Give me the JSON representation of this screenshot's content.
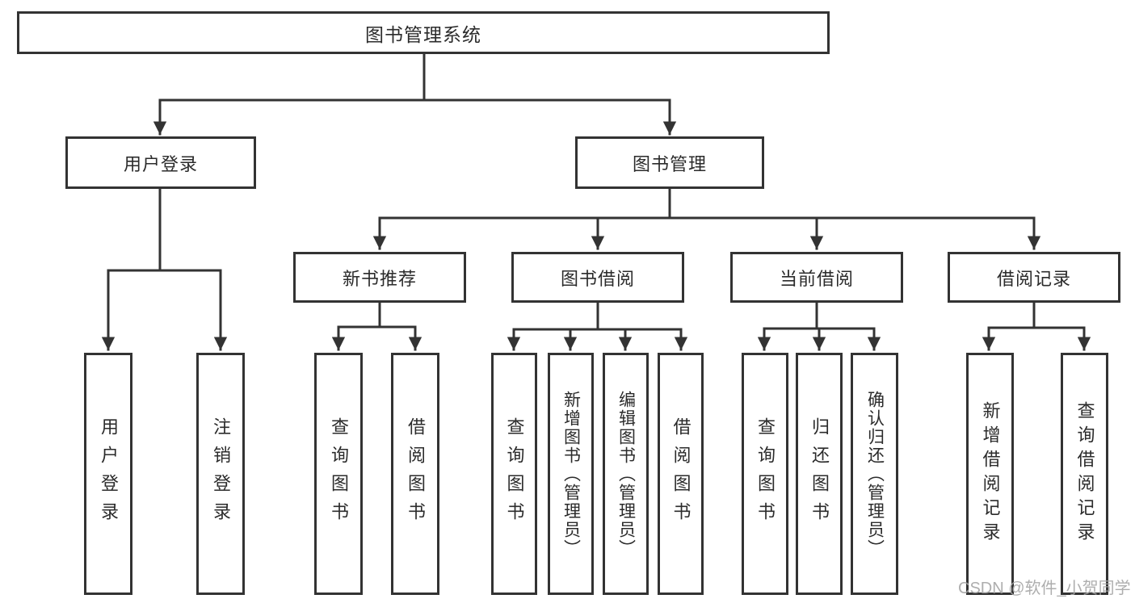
{
  "nodes": {
    "root": "图书管理系统",
    "level2": [
      "用户登录",
      "图书管理"
    ],
    "level3": [
      "新书推荐",
      "图书借阅",
      "当前借阅",
      "借阅记录"
    ],
    "user_login_leaves": [
      "用户登录",
      "注销登录"
    ],
    "new_book_leaves": [
      "查询图书",
      "借阅图书"
    ],
    "book_borrow_leaves": [
      "查询图书",
      "新增图书（管理员）",
      "编辑图书（管理员）",
      "借阅图书"
    ],
    "current_borrow_leaves": [
      "查询图书",
      "归还图书",
      "确认归还（管理员）"
    ],
    "borrow_record_leaves": [
      "新增借阅记录",
      "查询借阅记录"
    ]
  },
  "watermark": "CSDN @软件_小贺同学",
  "colors": {
    "line": "#333333",
    "box_border": "#333333",
    "text": "#2b2b2b",
    "watermark": "#a5a5a5",
    "background": "#ffffff"
  }
}
